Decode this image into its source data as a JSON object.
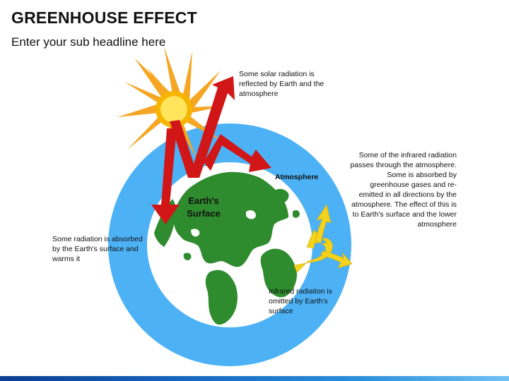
{
  "header": {
    "title": "GREENHOUSE EFFECT",
    "subtitle": "Enter your sub headline here"
  },
  "diagram": {
    "earth_label": "Earth's Surface",
    "atmosphere_label": "Atmosphere",
    "reflected_text": "Some solar radiation is reflected by Earth and the atmosphere",
    "infrared_text": "Some of the infrared radiation passes through the atmosphere. Some is absorbed by greenhouse gases and re-emitted in all directions by the atmosphere. The effect of this is to Earth's surface and the lower atmosphere",
    "absorbed_text": "Some radiation is absorbed by the Earth's surface and warms it",
    "emitted_text": "Infrared radiation is omitted by Earth's surface"
  },
  "colors": {
    "atmosphere": "#4db2f5",
    "ocean": "#ffffff",
    "land": "#2e8b2e",
    "sun_rays": "#f5a623",
    "sun_core": "#ffe45c",
    "solar_arrow": "#d01616",
    "infrared_arrow": "#f3d31c"
  }
}
